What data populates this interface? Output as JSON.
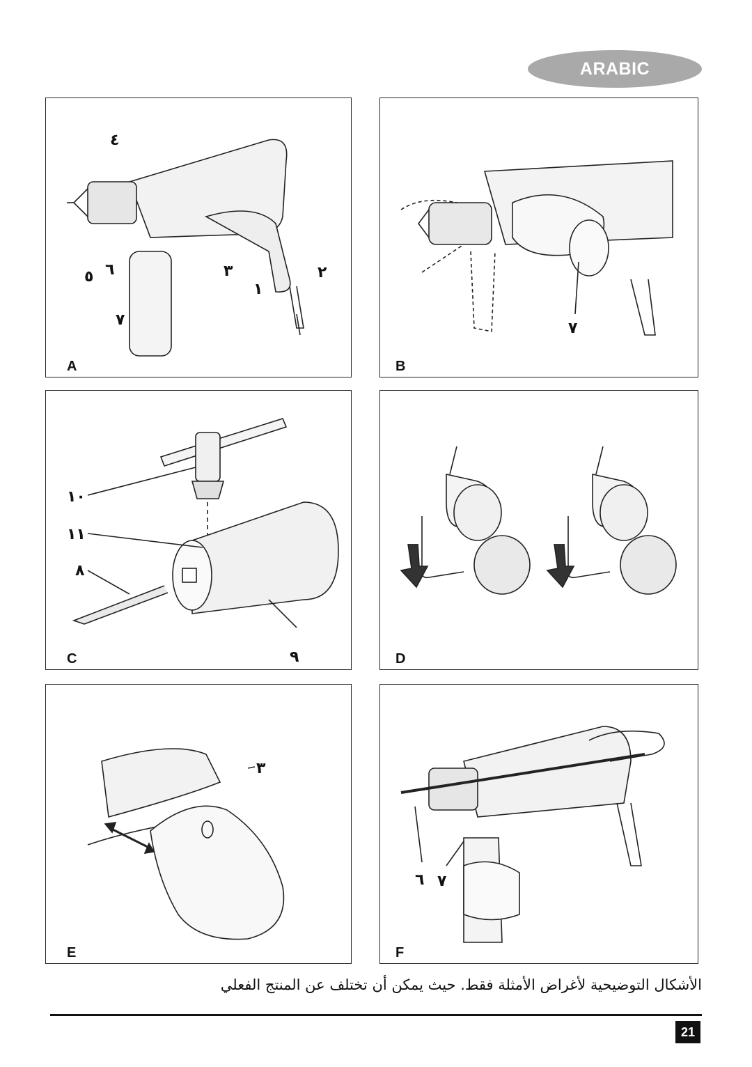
{
  "header": {
    "language_badge": "ARABIC"
  },
  "panels": {
    "A": {
      "label": "A",
      "callouts": [
        "٤",
        "٥",
        "٦",
        "٣",
        "٢",
        "١",
        "٧"
      ]
    },
    "B": {
      "label": "B",
      "callouts": [
        "٧"
      ]
    },
    "C": {
      "label": "C",
      "callouts": [
        "١٠",
        "١١",
        "٨",
        "٩"
      ]
    },
    "D": {
      "label": "D",
      "callouts": []
    },
    "E": {
      "label": "E",
      "callouts": [
        "٣"
      ]
    },
    "F": {
      "label": "F",
      "callouts": [
        "٦",
        "٧"
      ]
    }
  },
  "footer": {
    "caption": "الأشكال التوضيحية لأغراض الأمثلة فقط. حيث يمكن أن تختلف عن المنتج الفعلي",
    "page_number": "21"
  }
}
